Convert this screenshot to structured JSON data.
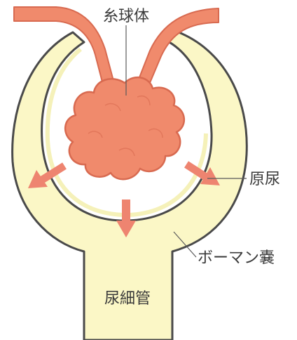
{
  "labels": {
    "glomerulus": "糸球体",
    "primary_urine": "原尿",
    "bowman_capsule": "ボーマン嚢",
    "renal_tubule": "尿細管"
  },
  "colors": {
    "capsule_fill": "#FBF7C6",
    "capsule_stroke": "#4a4a4a",
    "glomerulus_fill": "#F08A6C",
    "glomerulus_stroke": "#D86A50",
    "arrow": "#EE8470",
    "text": "#3a3a3a"
  }
}
